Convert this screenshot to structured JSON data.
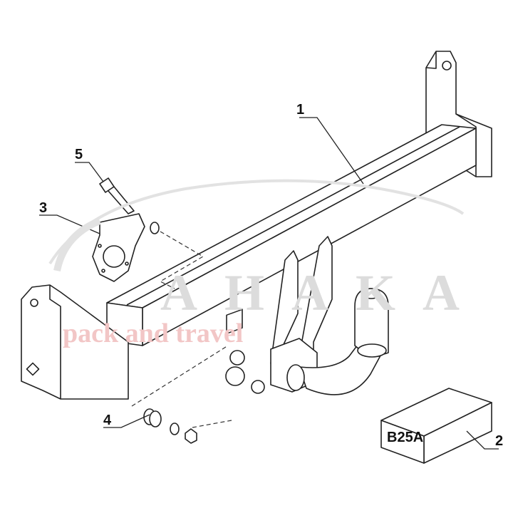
{
  "diagram": {
    "part_labels": [
      "1",
      "2",
      "3",
      "4",
      "5"
    ],
    "box_label": "B25A"
  },
  "watermark": {
    "brand": "AHAKA",
    "tagline": "pack and travel",
    "brand_color": "#d9d9d9",
    "tagline_color": "#f3c9c9"
  }
}
